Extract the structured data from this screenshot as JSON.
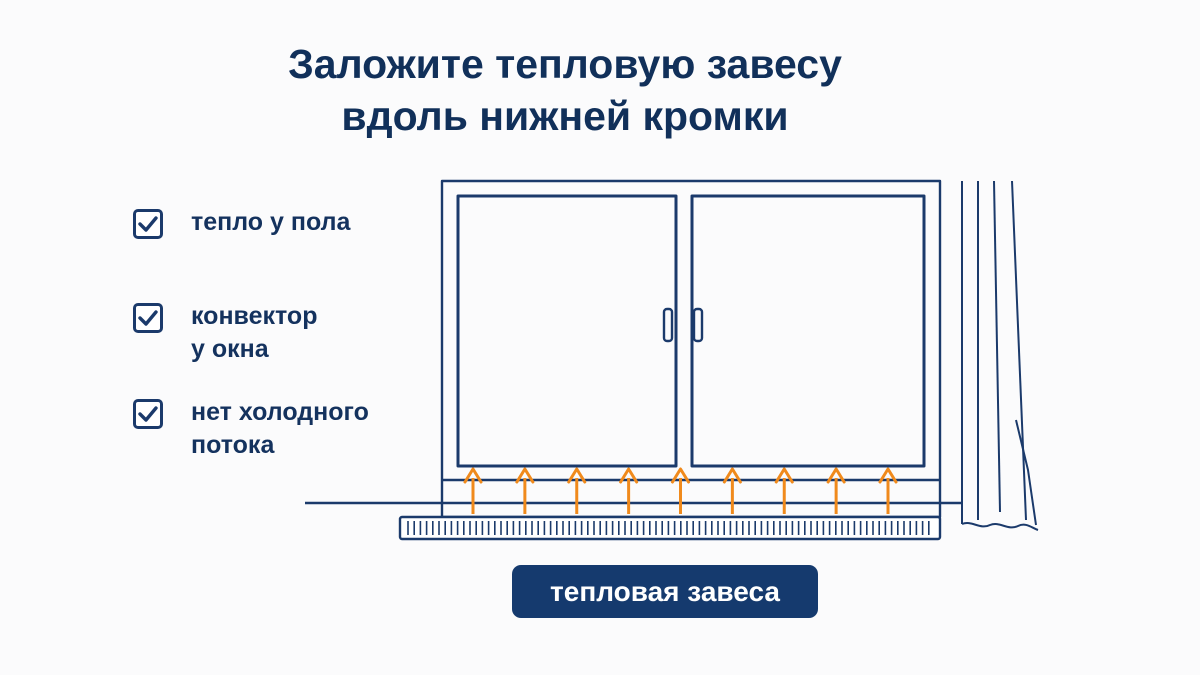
{
  "title": {
    "line1": "Заложите тепловую завесу",
    "line2": "вдоль нижней кромки"
  },
  "checklist": [
    {
      "lines": [
        "тепло у пола"
      ],
      "icon": "checkbox-checked-icon"
    },
    {
      "lines": [
        "конвектор",
        "у окна"
      ],
      "icon": "checkbox-checked-icon"
    },
    {
      "lines": [
        "нет холодного",
        "потока"
      ],
      "icon": "checkbox-checked-icon"
    }
  ],
  "badge": {
    "label": "тепловая завеса"
  },
  "colors": {
    "navy": "#11305a",
    "line": "#1b3a6b",
    "arrow": "#f08a1c",
    "badge_bg": "#153a6e",
    "badge_text": "#ffffff"
  },
  "diagram": {
    "window_panes": 2,
    "heat_arrows": 9,
    "icons": [
      "window-icon",
      "curtain-icon",
      "convector-grille-icon",
      "heat-arrow-icon"
    ]
  }
}
